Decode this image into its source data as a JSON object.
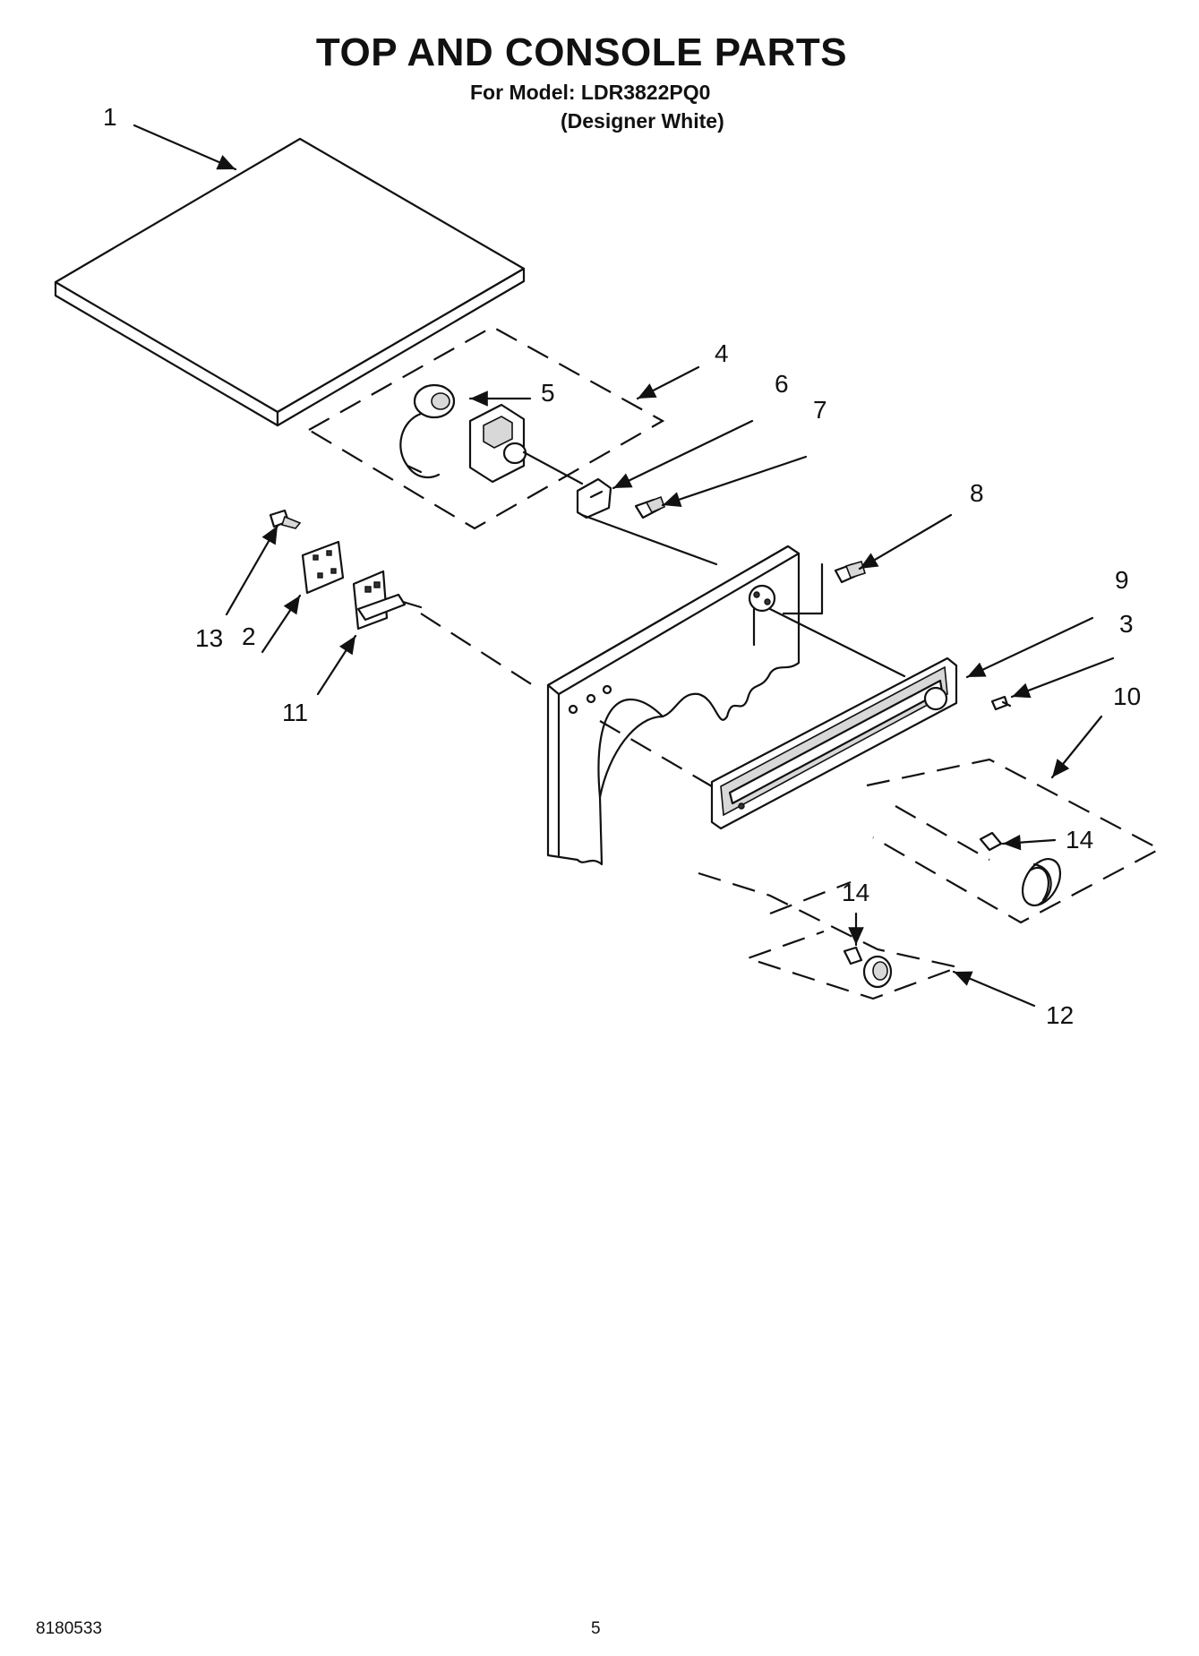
{
  "header": {
    "title": "TOP AND CONSOLE PARTS",
    "model_line": "For Model: LDR3822PQ0",
    "variant_line": "(Designer White)"
  },
  "callouts": [
    {
      "id": "c1",
      "label": "1"
    },
    {
      "id": "c2",
      "label": "2"
    },
    {
      "id": "c3",
      "label": "3"
    },
    {
      "id": "c4",
      "label": "4"
    },
    {
      "id": "c5",
      "label": "5"
    },
    {
      "id": "c6",
      "label": "6"
    },
    {
      "id": "c7",
      "label": "7"
    },
    {
      "id": "c8",
      "label": "8"
    },
    {
      "id": "c9",
      "label": "9"
    },
    {
      "id": "c10",
      "label": "10"
    },
    {
      "id": "c11",
      "label": "11"
    },
    {
      "id": "c12",
      "label": "12"
    },
    {
      "id": "c13",
      "label": "13"
    },
    {
      "id": "c14a",
      "label": "14"
    },
    {
      "id": "c14b",
      "label": "14"
    }
  ],
  "footer": {
    "document_number": "8180533",
    "page_number": "5"
  },
  "colors": {
    "ink": "#111111",
    "paper": "#ffffff"
  }
}
